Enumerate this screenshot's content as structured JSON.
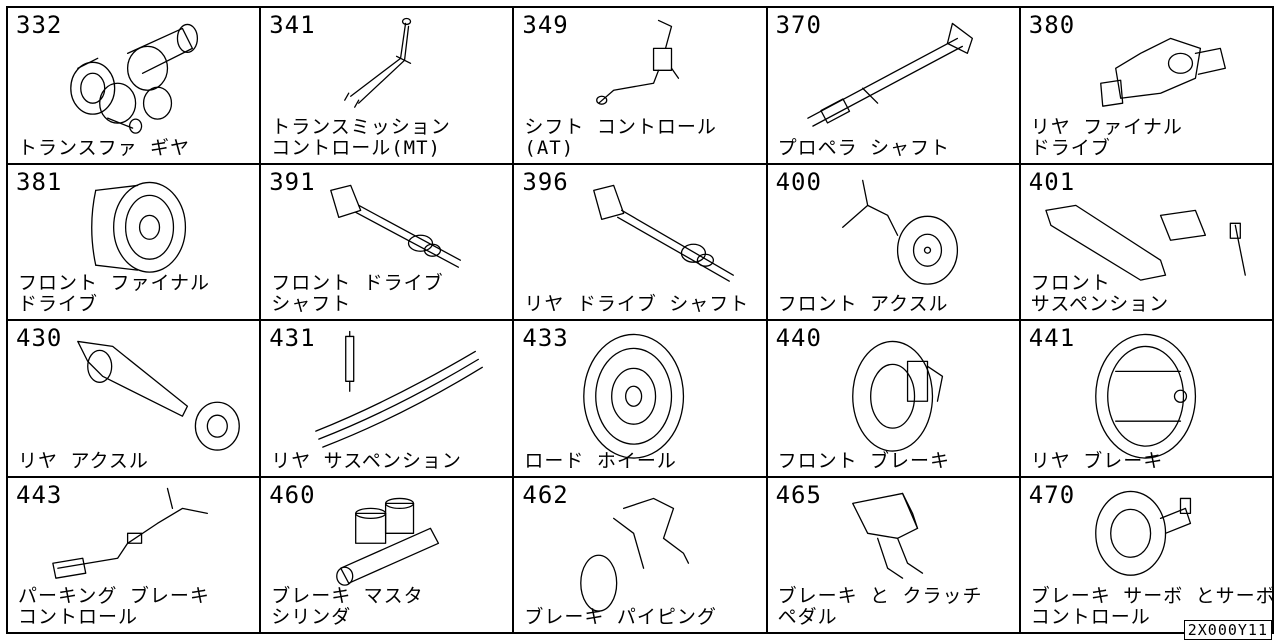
{
  "catalog": {
    "footer_code": "2X000Y11",
    "items": [
      {
        "code": "332",
        "name": "トランスファ ギヤ",
        "icon": "transfer-gear-icon"
      },
      {
        "code": "341",
        "name": "トランスミッション\nコントロール(MT)",
        "icon": "transmission-control-icon"
      },
      {
        "code": "349",
        "name": "シフト コントロール\n(AT)",
        "icon": "shift-control-icon"
      },
      {
        "code": "370",
        "name": "プロペラ シャフト",
        "icon": "propeller-shaft-icon"
      },
      {
        "code": "380",
        "name": "リヤ ファイナル\nドライブ",
        "icon": "rear-final-drive-icon"
      },
      {
        "code": "381",
        "name": "フロント ファイナル\nドライブ",
        "icon": "front-final-drive-icon"
      },
      {
        "code": "391",
        "name": "フロント ドライブ\nシャフト",
        "icon": "front-drive-shaft-icon"
      },
      {
        "code": "396",
        "name": "リヤ ドライブ シャフト",
        "icon": "rear-drive-shaft-icon"
      },
      {
        "code": "400",
        "name": "フロント アクスル",
        "icon": "front-axle-icon"
      },
      {
        "code": "401",
        "name": "フロント\nサスペンション",
        "icon": "front-suspension-icon"
      },
      {
        "code": "430",
        "name": "リヤ アクスル",
        "icon": "rear-axle-icon"
      },
      {
        "code": "431",
        "name": "リヤ サスペンション",
        "icon": "rear-suspension-icon"
      },
      {
        "code": "433",
        "name": "ロード ホイール",
        "icon": "road-wheel-icon"
      },
      {
        "code": "440",
        "name": "フロント ブレーキ",
        "icon": "front-brake-icon"
      },
      {
        "code": "441",
        "name": "リヤ ブレーキ",
        "icon": "rear-brake-icon"
      },
      {
        "code": "443",
        "name": "パーキング ブレーキ\nコントロール",
        "icon": "parking-brake-control-icon"
      },
      {
        "code": "460",
        "name": "ブレーキ マスタ\nシリンダ",
        "icon": "brake-master-cylinder-icon"
      },
      {
        "code": "462",
        "name": "ブレーキ パイピング",
        "icon": "brake-piping-icon"
      },
      {
        "code": "465",
        "name": "ブレーキ と クラッチ\nペダル",
        "icon": "brake-clutch-pedal-icon"
      },
      {
        "code": "470",
        "name": "ブレーキ サーボ とサーボ\nコントロール",
        "icon": "brake-servo-icon"
      }
    ]
  }
}
